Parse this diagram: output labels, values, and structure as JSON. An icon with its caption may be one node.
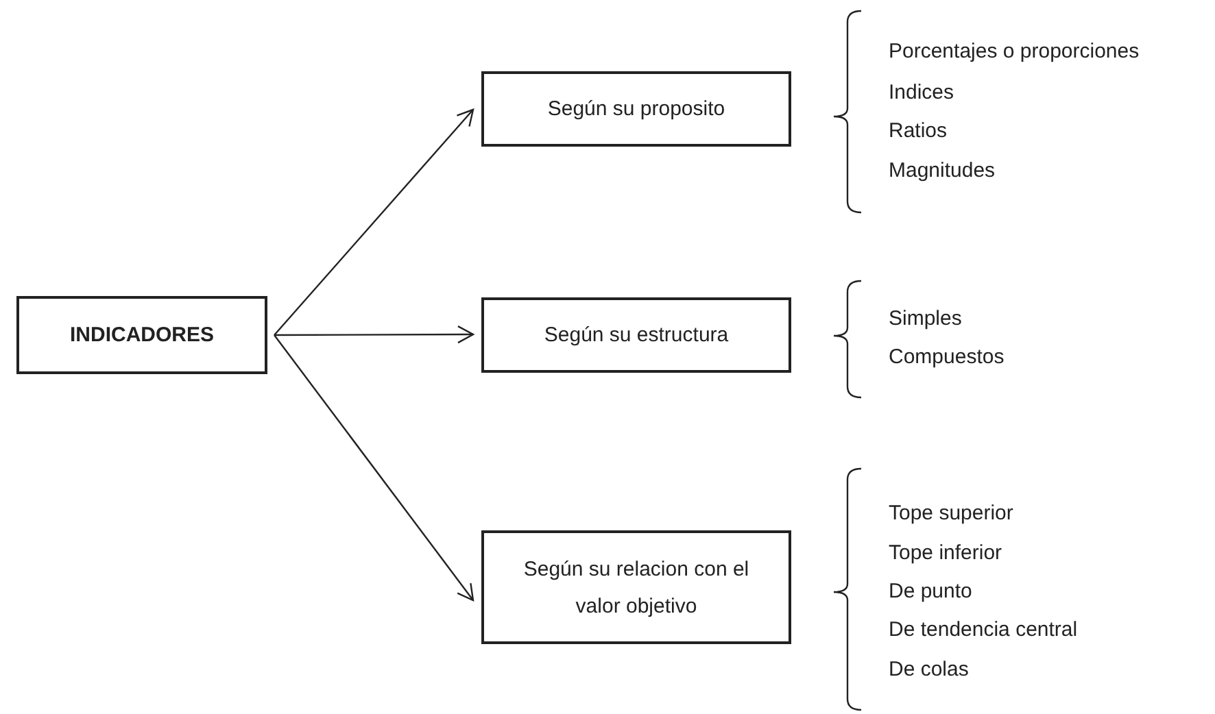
{
  "diagram": {
    "nodes": [
      {
        "text": [
          "INDICADORES"
        ]
      },
      {
        "text": [
          "Según su proposito"
        ]
      },
      {
        "text": [
          "Según su estructura"
        ]
      },
      {
        "text": [
          "Según su relacion con el valor objetivo"
        ]
      }
    ],
    "edges": [
      {
        "from": 0,
        "to": 1,
        "arrow": "to"
      },
      {
        "from": 0,
        "to": 2,
        "arrow": "to"
      },
      {
        "from": 0,
        "to": 3,
        "arrow": "to"
      }
    ],
    "labels": [
      "Porcentajes o proporciones",
      "Indices",
      "Ratios",
      "Magnitudes",
      "Simples",
      "Compuestos",
      "Tope superior",
      "Tope inferior",
      "De punto",
      "De tendencia central",
      "De colas"
    ]
  }
}
